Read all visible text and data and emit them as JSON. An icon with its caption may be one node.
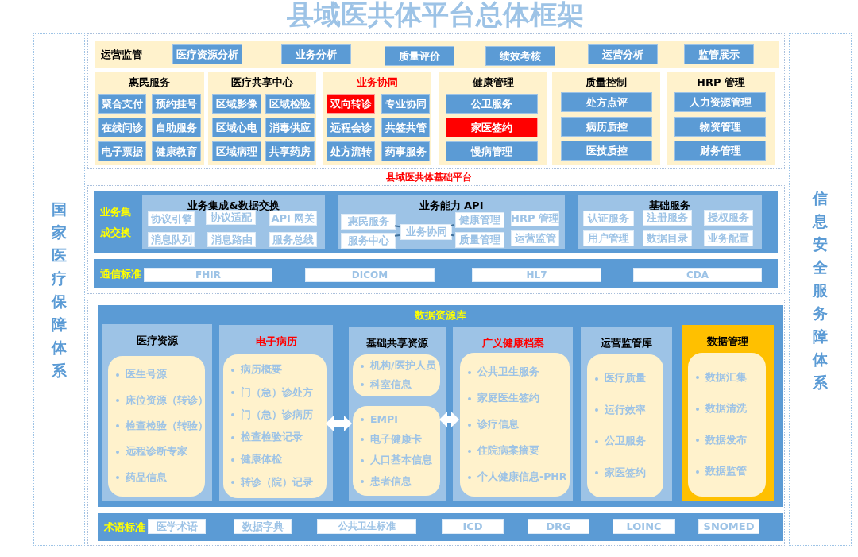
{
  "diagram": {
    "title": "县域医共体平台总体框架",
    "nodes": [
      {
        "text": [
          "国家医疗保障体系"
        ]
      },
      {
        "text": [
          "信息安全服务障体系"
        ]
      },
      {
        "text": [],
        "shape": "box"
      },
      {
        "text": [
          "运营监管"
        ],
        "in": 2
      },
      {
        "text": [
          "医疗资源分析"
        ],
        "in": 3
      },
      {
        "text": [
          "业务分析"
        ],
        "in": 3
      },
      {
        "text": [
          "质量评价"
        ],
        "in": 3
      },
      {
        "text": [
          "绩效考核"
        ],
        "in": 3
      },
      {
        "text": [
          "运营分析"
        ],
        "in": 3
      },
      {
        "text": [
          "监管展示"
        ],
        "in": 3
      },
      {
        "text": [
          "惠民服务"
        ],
        "in": 2
      },
      {
        "text": [
          "聚合支付"
        ],
        "in": 10
      },
      {
        "text": [
          "预约挂号"
        ],
        "in": 10
      },
      {
        "text": [
          "在线问诊"
        ],
        "in": 10
      },
      {
        "text": [
          "自助服务"
        ],
        "in": 10
      },
      {
        "text": [
          "电子票据"
        ],
        "in": 10
      },
      {
        "text": [
          "健康教育"
        ],
        "in": 10
      },
      {
        "text": [
          "医疗共享中心"
        ],
        "in": 2
      },
      {
        "text": [
          "区域影像"
        ],
        "in": 17
      },
      {
        "text": [
          "区域检验"
        ],
        "in": 17
      },
      {
        "text": [
          "区域心电"
        ],
        "in": 17
      },
      {
        "text": [
          "消毒供应"
        ],
        "in": 17
      },
      {
        "text": [
          "区域病理"
        ],
        "in": 17
      },
      {
        "text": [
          "共享药房"
        ],
        "in": 17
      },
      {
        "text": [
          "业务协同"
        ],
        "in": 2
      },
      {
        "text": [
          "双向转诊"
        ],
        "in": 24
      },
      {
        "text": [
          "专业协同"
        ],
        "in": 24
      },
      {
        "text": [
          "远程会诊"
        ],
        "in": 24
      },
      {
        "text": [
          "共签共管"
        ],
        "in": 24
      },
      {
        "text": [
          "处方流转"
        ],
        "in": 24
      },
      {
        "text": [
          "药事服务"
        ],
        "in": 24
      },
      {
        "text": [
          "健康管理"
        ],
        "in": 2
      },
      {
        "text": [
          "公卫服务"
        ],
        "in": 31
      },
      {
        "text": [
          "家医签约"
        ],
        "in": 31
      },
      {
        "text": [
          "慢病管理"
        ],
        "in": 31
      },
      {
        "text": [
          "质量控制"
        ],
        "in": 2
      },
      {
        "text": [
          "处方点评"
        ],
        "in": 35
      },
      {
        "text": [
          "病历质控"
        ],
        "in": 35
      },
      {
        "text": [
          "医技质控"
        ],
        "in": 35
      },
      {
        "text": [
          "HRP 管理"
        ],
        "in": 2
      },
      {
        "text": [
          "人力资源管理"
        ],
        "in": 39
      },
      {
        "text": [
          "物资管理"
        ],
        "in": 39
      },
      {
        "text": [
          "财务管理"
        ],
        "in": 39
      },
      {
        "text": [],
        "shape": "box"
      },
      {
        "text": [
          "业务集成交换"
        ],
        "in": 43
      },
      {
        "text": [
          "业务集成&数据交换"
        ],
        "in": 44
      },
      {
        "text": [
          "协议引擎"
        ],
        "in": 45
      },
      {
        "text": [
          "协议适配"
        ],
        "in": 45
      },
      {
        "text": [
          "API 网关"
        ],
        "in": 45
      },
      {
        "text": [
          "消息队列"
        ],
        "in": 45
      },
      {
        "text": [
          "消息路由"
        ],
        "in": 45
      },
      {
        "text": [
          "服务总线"
        ],
        "in": 45
      },
      {
        "text": [
          "业务能力 API"
        ],
        "in": 44
      },
      {
        "text": [
          "惠民服务"
        ],
        "in": 52
      },
      {
        "text": [
          "服务中心"
        ],
        "in": 52
      },
      {
        "text": [
          "业务协同"
        ],
        "in": 52
      },
      {
        "text": [
          "健康管理"
        ],
        "in": 52
      },
      {
        "text": [
          "质量管理"
        ],
        "in": 52
      },
      {
        "text": [
          "HRP 管理"
        ],
        "in": 52
      },
      {
        "text": [
          "运营监管"
        ],
        "in": 52
      },
      {
        "text": [
          "基础服务"
        ],
        "in": 44
      },
      {
        "text": [
          "认证服务"
        ],
        "in": 60
      },
      {
        "text": [
          "注册服务"
        ],
        "in": 60
      },
      {
        "text": [
          "授权服务"
        ],
        "in": 60
      },
      {
        "text": [
          "用户管理"
        ],
        "in": 60
      },
      {
        "text": [
          "数据目录"
        ],
        "in": 60
      },
      {
        "text": [
          "业务配置"
        ],
        "in": 60
      },
      {
        "text": [
          "通信标准"
        ],
        "in": 43
      },
      {
        "text": [
          "FHIR"
        ],
        "in": 67
      },
      {
        "text": [
          "DICOM"
        ],
        "in": 67
      },
      {
        "text": [
          "HL7"
        ],
        "in": 67
      },
      {
        "text": [
          "CDA"
        ],
        "in": 67
      },
      {
        "text": [],
        "shape": "box"
      },
      {
        "text": [
          "数据资源库"
        ],
        "in": 72
      },
      {
        "text": [
          "医疗资源"
        ],
        "in": 73
      },
      {
        "text": [
          "医生号源",
          "床位资源（转诊）",
          "检查检验（转验）",
          "远程诊断专家",
          "药品信息"
        ],
        "in": 74
      },
      {
        "text": [
          "电子病历"
        ],
        "in": 73
      },
      {
        "text": [
          "病历概要",
          "门（急）诊处方",
          "门（急）诊病历",
          "检查检验记录",
          "健康体检",
          "转诊（院）记录"
        ],
        "in": 76
      },
      {
        "text": [
          "基础共享资源"
        ],
        "in": 73
      },
      {
        "text": [
          "机构/医护人员",
          "科室信息"
        ],
        "in": 78
      },
      {
        "text": [
          "EMPI",
          "电子健康卡",
          "人口基本信息",
          "患者信息"
        ],
        "in": 78
      },
      {
        "text": [
          "广义健康档案"
        ],
        "in": 73
      },
      {
        "text": [
          "公共卫生服务",
          "家庭医生签约",
          "诊疗信息",
          "住院病案摘要",
          "个人健康信息-PHR"
        ],
        "in": 81
      },
      {
        "text": [
          "运营监管库"
        ],
        "in": 73
      },
      {
        "text": [
          "医疗质量",
          "运行效率",
          "公卫服务",
          "家医签约"
        ],
        "in": 83
      },
      {
        "text": [
          "数据管理"
        ],
        "in": 73
      },
      {
        "text": [
          "数据汇集",
          "数据清洗",
          "数据发布",
          "数据监管"
        ],
        "in": 85
      },
      {
        "text": [
          "术语标准"
        ],
        "in": 72
      },
      {
        "text": [
          "医学术语"
        ],
        "in": 87
      },
      {
        "text": [
          "数据字典"
        ],
        "in": 87
      },
      {
        "text": [
          "公共卫生标准"
        ],
        "in": 87
      },
      {
        "text": [
          "ICD"
        ],
        "in": 87
      },
      {
        "text": [
          "DRG"
        ],
        "in": 87
      },
      {
        "text": [
          "LOINC"
        ],
        "in": 87
      },
      {
        "text": [
          "SNOMED"
        ],
        "in": 87
      }
    ],
    "edges": [
      {
        "from": 53,
        "to": 55,
        "arrow": "none"
      },
      {
        "from": 54,
        "to": 55,
        "arrow": "none"
      },
      {
        "from": 55,
        "to": 56,
        "arrow": "none"
      },
      {
        "from": 55,
        "to": 57,
        "arrow": "none"
      },
      {
        "from": 77,
        "to": 80,
        "arrow": "both",
        "style": "thick",
        "color": "#ffffff"
      },
      {
        "from": 80,
        "to": 82,
        "arrow": "both",
        "style": "thick",
        "color": "#ffffff"
      }
    ],
    "labels": [
      "县域医共体基础平台"
    ]
  }
}
